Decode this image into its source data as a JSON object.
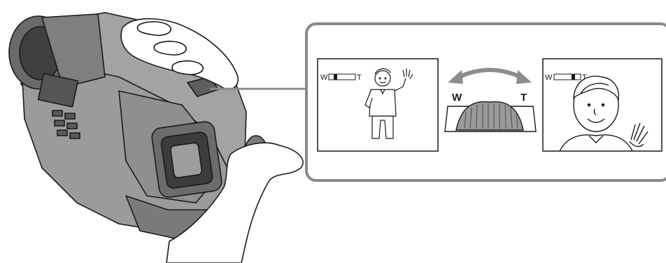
{
  "zoom_indicator_wide": {
    "w_label": "W",
    "t_label": "T"
  },
  "zoom_lever": {
    "w_label": "W",
    "t_label": "T"
  },
  "zoom_indicator_tele": {
    "w_label": "W",
    "t_label": "T"
  },
  "colors": {
    "line": "#1a1a1a",
    "callout_border": "#8a8a8a",
    "arrow": "#8c8c8c",
    "lever_body": "#9a9a9a",
    "camera_body": "#9b9b9b",
    "camera_dark": "#4a4a4a",
    "background": "#ffffff"
  }
}
